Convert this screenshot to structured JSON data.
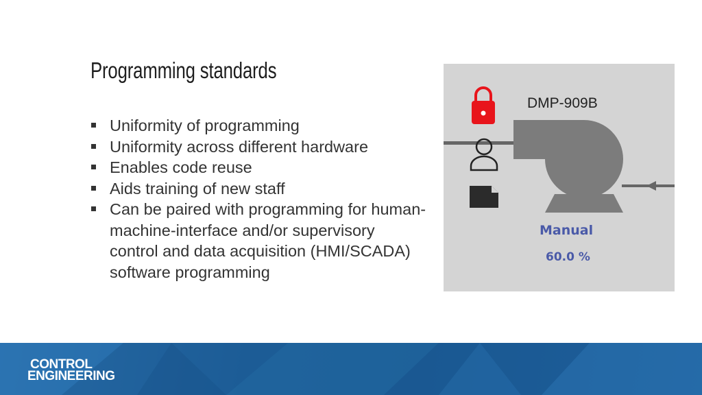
{
  "slide": {
    "title": "Programming standards",
    "bullets": [
      "Uniformity of programming",
      "Uniformity across different hardware",
      "Enables code reuse",
      "Aids training of new staff",
      "Can be paired with programming for human-machine-interface and/or supervisory control and data acquisition (HMI/SCADA) software programming"
    ]
  },
  "hmi": {
    "tag": "DMP-909B",
    "mode": "Manual",
    "output": "60.0 %",
    "icons": [
      "lock-icon",
      "operator-icon",
      "document-icon"
    ],
    "colors": {
      "panel": "#d4d4d4",
      "pump": "#7c7c7c",
      "lock": "#e8141b",
      "mode_text": "#4a5aa8"
    }
  },
  "footer": {
    "logo_line1": "CONTROL",
    "logo_line2": "ENGINEERING",
    "color": "#1d5f99"
  }
}
